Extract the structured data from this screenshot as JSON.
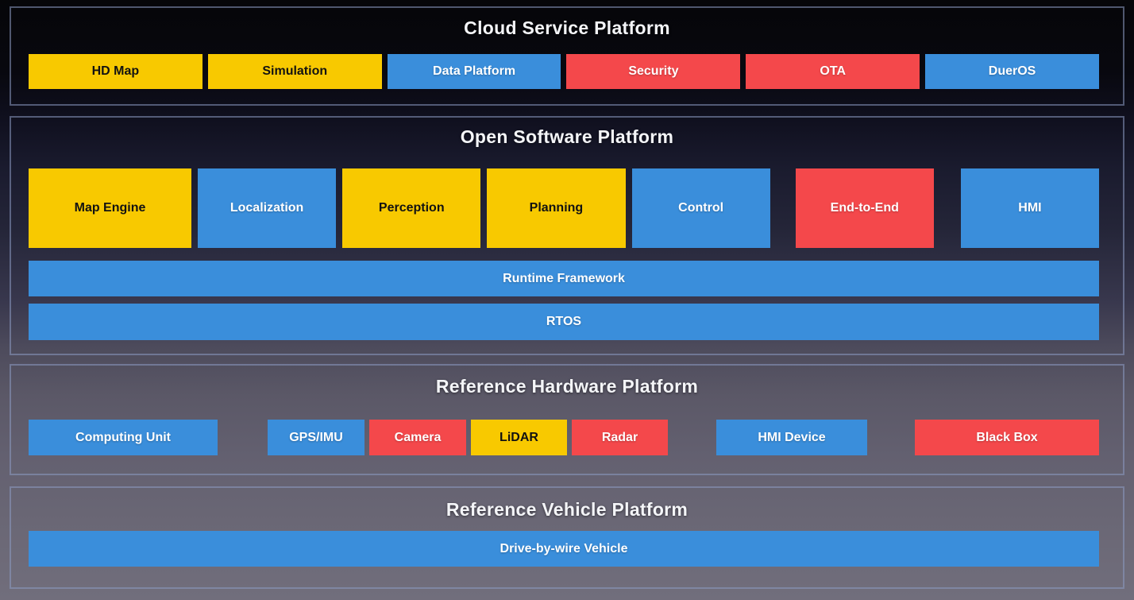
{
  "palette": {
    "yellow": "#F8C900",
    "blue": "#3A8EDB",
    "red": "#F4484B",
    "section_border": "#8C9BC3",
    "title_color": "#F4F5F8",
    "background_top": "#060609",
    "background_bottom": "#716E7C"
  },
  "sections": [
    {
      "title": "Cloud Service Platform",
      "boxes": [
        {
          "label": "HD Map",
          "color": "yellow"
        },
        {
          "label": "Simulation",
          "color": "yellow"
        },
        {
          "label": "Data Platform",
          "color": "blue"
        },
        {
          "label": "Security",
          "color": "red"
        },
        {
          "label": "OTA",
          "color": "red"
        },
        {
          "label": "DuerOS",
          "color": "blue"
        }
      ]
    },
    {
      "title": "Open Software Platform",
      "modules": [
        {
          "label": "Map Engine",
          "color": "yellow"
        },
        {
          "label": "Localization",
          "color": "blue"
        },
        {
          "label": "Perception",
          "color": "yellow"
        },
        {
          "label": "Planning",
          "color": "yellow"
        },
        {
          "label": "Control",
          "color": "blue"
        },
        {
          "label": "End-to-End",
          "color": "red"
        },
        {
          "label": "HMI",
          "color": "blue"
        }
      ],
      "bars": [
        {
          "label": "Runtime Framework",
          "color": "blue"
        },
        {
          "label": "RTOS",
          "color": "blue"
        }
      ]
    },
    {
      "title": "Reference Hardware Platform",
      "boxes": [
        {
          "label": "Computing Unit",
          "color": "blue"
        },
        {
          "label": "GPS/IMU",
          "color": "blue"
        },
        {
          "label": "Camera",
          "color": "red"
        },
        {
          "label": "LiDAR",
          "color": "yellow"
        },
        {
          "label": "Radar",
          "color": "red"
        },
        {
          "label": "HMI Device",
          "color": "blue"
        },
        {
          "label": "Black Box",
          "color": "red"
        }
      ]
    },
    {
      "title": "Reference Vehicle Platform",
      "bars": [
        {
          "label": "Drive-by-wire Vehicle",
          "color": "blue"
        }
      ]
    }
  ]
}
